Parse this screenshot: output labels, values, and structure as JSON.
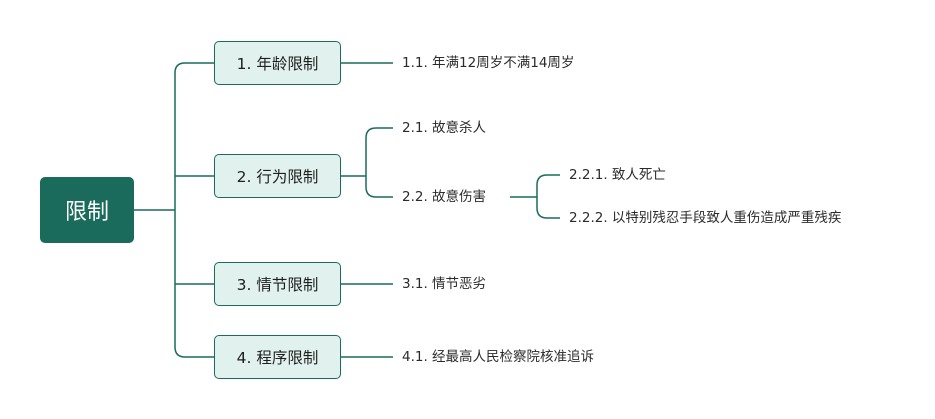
{
  "root": {
    "label": "限制"
  },
  "branches": [
    {
      "label": "1. 年龄限制",
      "children": [
        {
          "label": "1.1. 年满12周岁不满14周岁"
        }
      ]
    },
    {
      "label": "2. 行为限制",
      "children": [
        {
          "label": "2.1. 故意杀人"
        },
        {
          "label": "2.2. 故意伤害",
          "children": [
            {
              "label": "2.2.1. 致人死亡"
            },
            {
              "label": "2.2.2. 以特别残忍手段致人重伤造成严重残疾"
            }
          ]
        }
      ]
    },
    {
      "label": "3. 情节限制",
      "children": [
        {
          "label": "3.1. 情节恶劣"
        }
      ]
    },
    {
      "label": "4. 程序限制",
      "children": [
        {
          "label": "4.1. 经最高人民检察院核准追诉"
        }
      ]
    }
  ],
  "colors": {
    "root_bg": "#1a6b5c",
    "branch_bg": "#e1f1ee",
    "branch_border": "#1a6b5c",
    "connector": "#1a6b5c"
  }
}
